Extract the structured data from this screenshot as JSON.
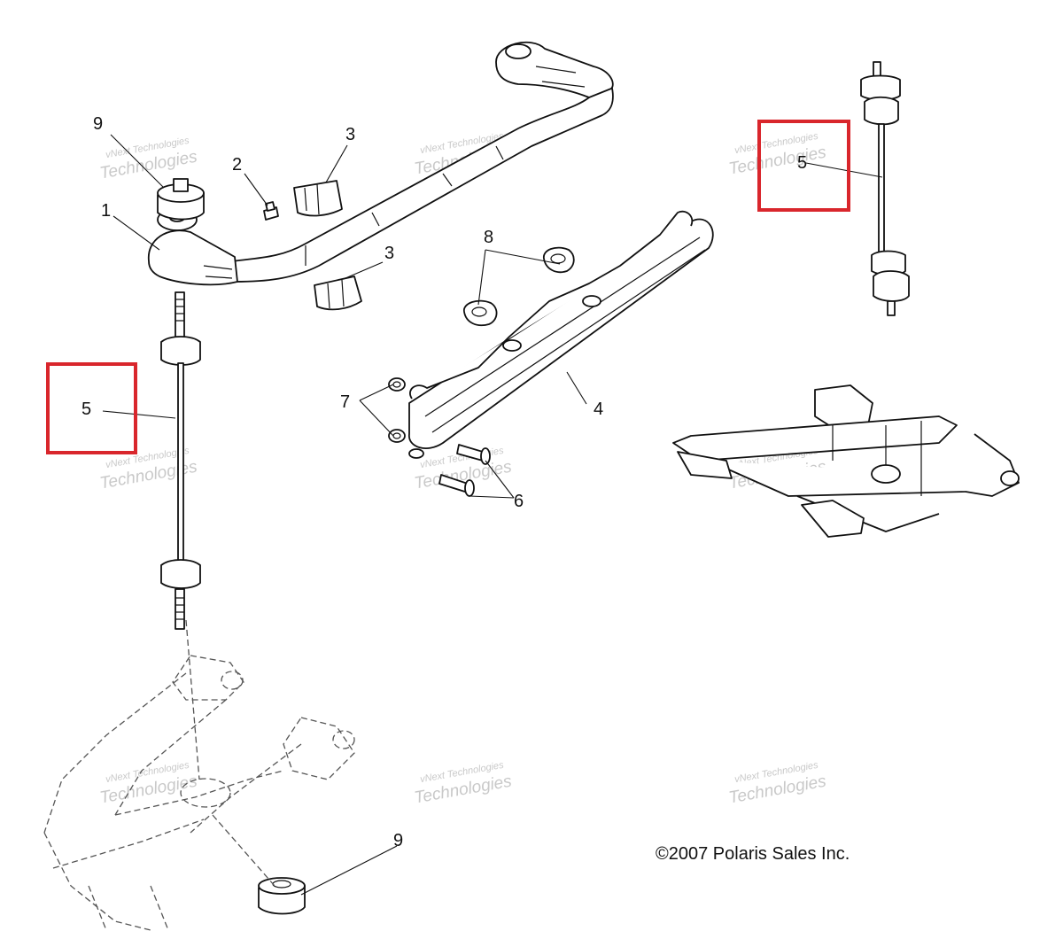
{
  "callouts": {
    "c1": "1",
    "c2": "2",
    "c3a": "3",
    "c3b": "3",
    "c4": "4",
    "c5_left": "5",
    "c5_right": "5",
    "c6": "6",
    "c7": "7",
    "c8": "8",
    "c9_top": "9",
    "c9_bottom": "9"
  },
  "watermark": {
    "line1": "vNext Technologies",
    "line2": "Technologies"
  },
  "copyright": "©2007 Polaris Sales Inc.",
  "colors": {
    "highlight": "#d9262c",
    "line": "#111111",
    "watermark": "#c9c9c9"
  }
}
